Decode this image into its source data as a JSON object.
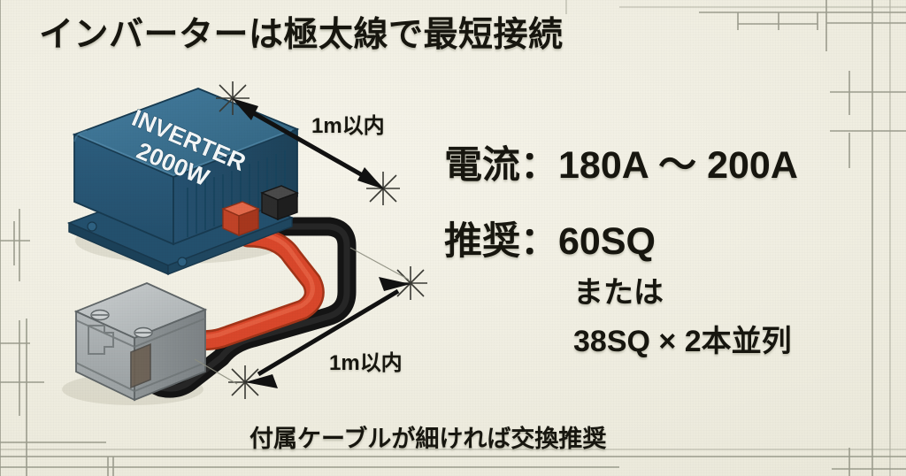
{
  "meta": {
    "background_color": "#f1efe3",
    "text_color": "#17160f"
  },
  "header": {
    "title": "インバーターは極太線で最短接続"
  },
  "specs": {
    "current_line": "電流：180A 〜 200A",
    "recommend_line": "推奨：60SQ",
    "or_line": "または",
    "alt_line": "38SQ × 2本並列"
  },
  "dimensions": {
    "top_label": "1m以内",
    "bottom_label": "1m以内"
  },
  "footer": {
    "caption": "付属ケーブルが細ければ交換推奨"
  },
  "diagram": {
    "inverter": {
      "label_line1": "INVERTER",
      "label_line2": "2000W",
      "body_color": "#2f6486",
      "top_color": "#3c7396",
      "side_color": "#24506d"
    },
    "battery": {
      "body_color": "#a9aeb0",
      "top_color": "#c3c7c8",
      "side_color": "#8d9395"
    },
    "cables": {
      "positive_color": "#d8472a",
      "negative_color": "#1c1c1c"
    }
  }
}
